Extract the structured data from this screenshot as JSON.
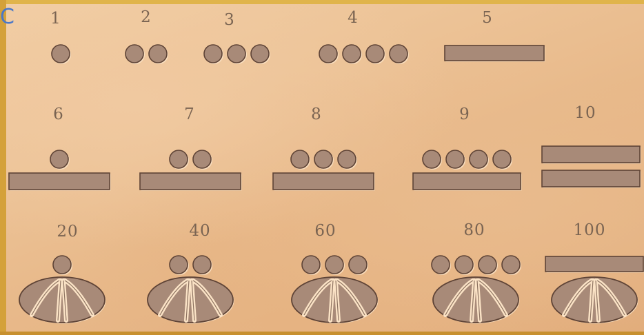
{
  "corner_glyph": "C",
  "rows": [
    {
      "id": "units",
      "numerals": [
        {
          "label": "1",
          "dots": 1,
          "bars": 0,
          "shell": false
        },
        {
          "label": "2",
          "dots": 2,
          "bars": 0,
          "shell": false
        },
        {
          "label": "3",
          "dots": 3,
          "bars": 0,
          "shell": false
        },
        {
          "label": "4",
          "dots": 4,
          "bars": 0,
          "shell": false
        },
        {
          "label": "5",
          "dots": 0,
          "bars": 1,
          "shell": false
        }
      ]
    },
    {
      "id": "sixes",
      "numerals": [
        {
          "label": "6",
          "dots": 1,
          "bars": 1,
          "shell": false
        },
        {
          "label": "7",
          "dots": 2,
          "bars": 1,
          "shell": false
        },
        {
          "label": "8",
          "dots": 3,
          "bars": 1,
          "shell": false
        },
        {
          "label": "9",
          "dots": 4,
          "bars": 1,
          "shell": false
        },
        {
          "label": "10",
          "dots": 0,
          "bars": 2,
          "shell": false
        }
      ]
    },
    {
      "id": "twenties",
      "numerals": [
        {
          "label": "20",
          "dots": 1,
          "bars": 0,
          "shell": true
        },
        {
          "label": "40",
          "dots": 2,
          "bars": 0,
          "shell": true
        },
        {
          "label": "60",
          "dots": 3,
          "bars": 0,
          "shell": true
        },
        {
          "label": "80",
          "dots": 4,
          "bars": 0,
          "shell": true
        },
        {
          "label": "100",
          "dots": 0,
          "bars": 1,
          "shell": true
        }
      ]
    }
  ],
  "colors": {
    "background": "#d9a73a",
    "tablet": "#ecc298",
    "carved": "#a88a78",
    "carved_shadow": "#5e4336",
    "carved_highlight": "#fbe3c6",
    "numeral_text": "#7a6452",
    "corner_glyph": "#4a78c8"
  }
}
